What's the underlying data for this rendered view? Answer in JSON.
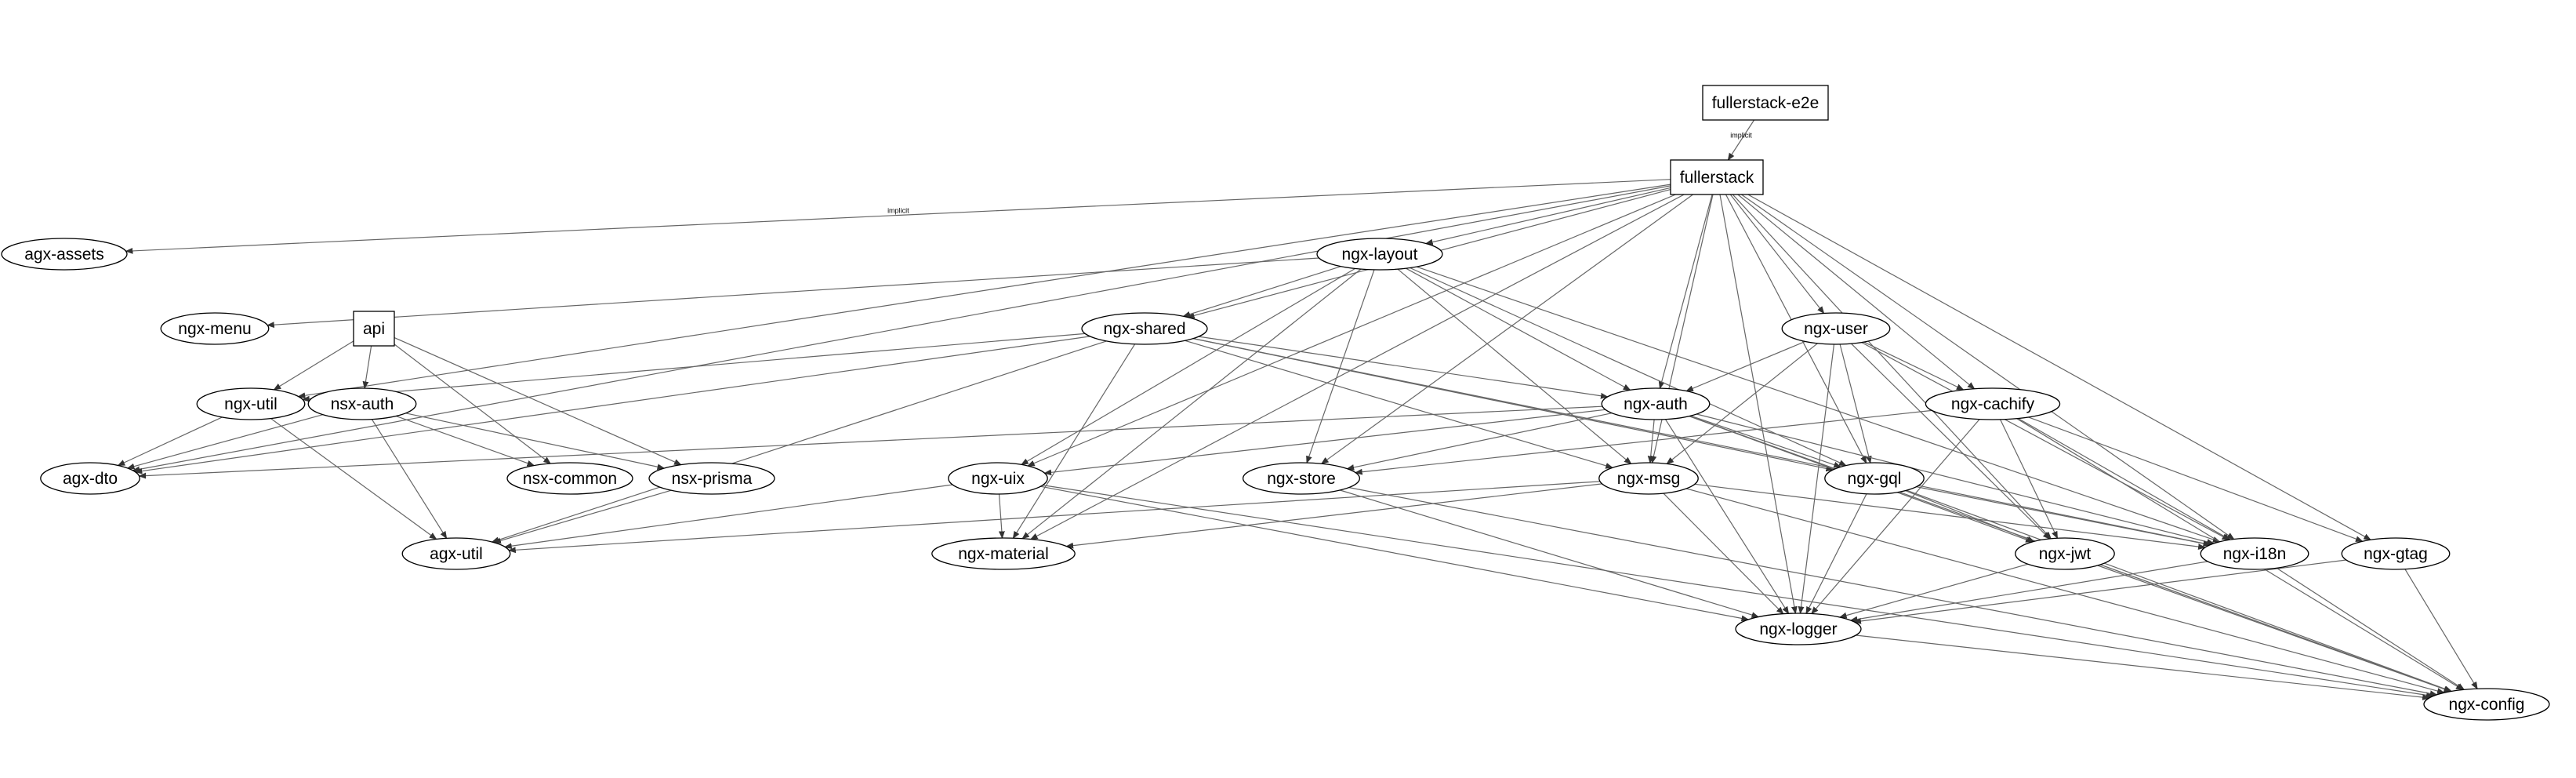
{
  "graph": {
    "nodes": [
      {
        "id": "fullerstack-e2e",
        "label": "fullerstack-e2e",
        "shape": "box"
      },
      {
        "id": "fullerstack",
        "label": "fullerstack",
        "shape": "box"
      },
      {
        "id": "api",
        "label": "api",
        "shape": "box"
      },
      {
        "id": "agx-assets",
        "label": "agx-assets",
        "shape": "ellipse"
      },
      {
        "id": "ngx-layout",
        "label": "ngx-layout",
        "shape": "ellipse"
      },
      {
        "id": "ngx-menu",
        "label": "ngx-menu",
        "shape": "ellipse"
      },
      {
        "id": "ngx-shared",
        "label": "ngx-shared",
        "shape": "ellipse"
      },
      {
        "id": "ngx-user",
        "label": "ngx-user",
        "shape": "ellipse"
      },
      {
        "id": "ngx-util",
        "label": "ngx-util",
        "shape": "ellipse"
      },
      {
        "id": "nsx-auth",
        "label": "nsx-auth",
        "shape": "ellipse"
      },
      {
        "id": "ngx-auth",
        "label": "ngx-auth",
        "shape": "ellipse"
      },
      {
        "id": "ngx-cachify",
        "label": "ngx-cachify",
        "shape": "ellipse"
      },
      {
        "id": "agx-dto",
        "label": "agx-dto",
        "shape": "ellipse"
      },
      {
        "id": "nsx-common",
        "label": "nsx-common",
        "shape": "ellipse"
      },
      {
        "id": "nsx-prisma",
        "label": "nsx-prisma",
        "shape": "ellipse"
      },
      {
        "id": "ngx-uix",
        "label": "ngx-uix",
        "shape": "ellipse"
      },
      {
        "id": "ngx-store",
        "label": "ngx-store",
        "shape": "ellipse"
      },
      {
        "id": "ngx-msg",
        "label": "ngx-msg",
        "shape": "ellipse"
      },
      {
        "id": "ngx-gql",
        "label": "ngx-gql",
        "shape": "ellipse"
      },
      {
        "id": "agx-util",
        "label": "agx-util",
        "shape": "ellipse"
      },
      {
        "id": "ngx-material",
        "label": "ngx-material",
        "shape": "ellipse"
      },
      {
        "id": "ngx-jwt",
        "label": "ngx-jwt",
        "shape": "ellipse"
      },
      {
        "id": "ngx-i18n",
        "label": "ngx-i18n",
        "shape": "ellipse"
      },
      {
        "id": "ngx-gtag",
        "label": "ngx-gtag",
        "shape": "ellipse"
      },
      {
        "id": "ngx-logger",
        "label": "ngx-logger",
        "shape": "ellipse"
      },
      {
        "id": "ngx-config",
        "label": "ngx-config",
        "shape": "ellipse"
      }
    ],
    "edges": [
      {
        "from": "fullerstack-e2e",
        "to": "fullerstack",
        "label": "implicit"
      },
      {
        "from": "fullerstack",
        "to": "agx-assets",
        "label": "implicit"
      },
      {
        "from": "fullerstack",
        "to": "ngx-layout"
      },
      {
        "from": "fullerstack",
        "to": "ngx-shared"
      },
      {
        "from": "fullerstack",
        "to": "ngx-user"
      },
      {
        "from": "fullerstack",
        "to": "ngx-auth"
      },
      {
        "from": "fullerstack",
        "to": "ngx-cachify"
      },
      {
        "from": "fullerstack",
        "to": "ngx-util"
      },
      {
        "from": "fullerstack",
        "to": "agx-dto"
      },
      {
        "from": "fullerstack",
        "to": "ngx-uix"
      },
      {
        "from": "fullerstack",
        "to": "ngx-store"
      },
      {
        "from": "fullerstack",
        "to": "ngx-msg"
      },
      {
        "from": "fullerstack",
        "to": "ngx-gql"
      },
      {
        "from": "fullerstack",
        "to": "ngx-material"
      },
      {
        "from": "fullerstack",
        "to": "ngx-jwt"
      },
      {
        "from": "fullerstack",
        "to": "ngx-i18n"
      },
      {
        "from": "fullerstack",
        "to": "ngx-gtag"
      },
      {
        "from": "fullerstack",
        "to": "ngx-logger"
      },
      {
        "from": "ngx-layout",
        "to": "ngx-menu"
      },
      {
        "from": "ngx-layout",
        "to": "ngx-shared"
      },
      {
        "from": "ngx-layout",
        "to": "ngx-auth"
      },
      {
        "from": "ngx-layout",
        "to": "ngx-uix"
      },
      {
        "from": "ngx-layout",
        "to": "ngx-store"
      },
      {
        "from": "ngx-layout",
        "to": "ngx-msg"
      },
      {
        "from": "ngx-layout",
        "to": "ngx-material"
      },
      {
        "from": "ngx-layout",
        "to": "ngx-i18n"
      },
      {
        "from": "ngx-layout",
        "to": "ngx-gql"
      },
      {
        "from": "api",
        "to": "ngx-util"
      },
      {
        "from": "api",
        "to": "nsx-auth"
      },
      {
        "from": "api",
        "to": "nsx-common"
      },
      {
        "from": "api",
        "to": "nsx-prisma"
      },
      {
        "from": "ngx-shared",
        "to": "ngx-util"
      },
      {
        "from": "ngx-shared",
        "to": "agx-dto"
      },
      {
        "from": "ngx-shared",
        "to": "ngx-auth"
      },
      {
        "from": "ngx-shared",
        "to": "ngx-gql"
      },
      {
        "from": "ngx-shared",
        "to": "ngx-msg"
      },
      {
        "from": "ngx-shared",
        "to": "ngx-material"
      },
      {
        "from": "ngx-shared",
        "to": "agx-util"
      },
      {
        "from": "ngx-shared",
        "to": "ngx-i18n"
      },
      {
        "from": "ngx-user",
        "to": "ngx-auth"
      },
      {
        "from": "ngx-user",
        "to": "ngx-cachify"
      },
      {
        "from": "ngx-user",
        "to": "ngx-msg"
      },
      {
        "from": "ngx-user",
        "to": "ngx-gql"
      },
      {
        "from": "ngx-user",
        "to": "ngx-logger"
      },
      {
        "from": "ngx-user",
        "to": "ngx-jwt"
      },
      {
        "from": "ngx-user",
        "to": "ngx-i18n"
      },
      {
        "from": "ngx-util",
        "to": "agx-dto"
      },
      {
        "from": "ngx-util",
        "to": "agx-util"
      },
      {
        "from": "nsx-auth",
        "to": "agx-dto"
      },
      {
        "from": "nsx-auth",
        "to": "nsx-common"
      },
      {
        "from": "nsx-auth",
        "to": "nsx-prisma"
      },
      {
        "from": "nsx-auth",
        "to": "agx-util"
      },
      {
        "from": "nsx-prisma",
        "to": "agx-util"
      },
      {
        "from": "ngx-auth",
        "to": "agx-dto"
      },
      {
        "from": "ngx-auth",
        "to": "ngx-uix"
      },
      {
        "from": "ngx-auth",
        "to": "ngx-store"
      },
      {
        "from": "ngx-auth",
        "to": "ngx-msg"
      },
      {
        "from": "ngx-auth",
        "to": "ngx-gql"
      },
      {
        "from": "ngx-auth",
        "to": "ngx-jwt"
      },
      {
        "from": "ngx-auth",
        "to": "ngx-logger"
      },
      {
        "from": "ngx-auth",
        "to": "ngx-i18n"
      },
      {
        "from": "ngx-auth",
        "to": "ngx-config"
      },
      {
        "from": "ngx-cachify",
        "to": "ngx-store"
      },
      {
        "from": "ngx-cachify",
        "to": "ngx-logger"
      },
      {
        "from": "ngx-cachify",
        "to": "ngx-jwt"
      },
      {
        "from": "ngx-cachify",
        "to": "ngx-i18n"
      },
      {
        "from": "ngx-cachify",
        "to": "ngx-gtag"
      },
      {
        "from": "ngx-cachify",
        "to": "ngx-config"
      },
      {
        "from": "ngx-uix",
        "to": "agx-util"
      },
      {
        "from": "ngx-uix",
        "to": "ngx-material"
      },
      {
        "from": "ngx-uix",
        "to": "ngx-logger"
      },
      {
        "from": "ngx-uix",
        "to": "ngx-config"
      },
      {
        "from": "ngx-store",
        "to": "ngx-logger"
      },
      {
        "from": "ngx-store",
        "to": "ngx-config"
      },
      {
        "from": "ngx-msg",
        "to": "ngx-material"
      },
      {
        "from": "ngx-msg",
        "to": "agx-util"
      },
      {
        "from": "ngx-msg",
        "to": "ngx-logger"
      },
      {
        "from": "ngx-msg",
        "to": "ngx-i18n"
      },
      {
        "from": "ngx-msg",
        "to": "ngx-config"
      },
      {
        "from": "ngx-gql",
        "to": "ngx-logger"
      },
      {
        "from": "ngx-gql",
        "to": "ngx-jwt"
      },
      {
        "from": "ngx-gql",
        "to": "ngx-i18n"
      },
      {
        "from": "ngx-gql",
        "to": "ngx-config"
      },
      {
        "from": "ngx-jwt",
        "to": "ngx-logger"
      },
      {
        "from": "ngx-jwt",
        "to": "ngx-config"
      },
      {
        "from": "ngx-i18n",
        "to": "ngx-logger"
      },
      {
        "from": "ngx-i18n",
        "to": "ngx-config"
      },
      {
        "from": "ngx-gtag",
        "to": "ngx-logger"
      },
      {
        "from": "ngx-gtag",
        "to": "ngx-config"
      },
      {
        "from": "ngx-logger",
        "to": "ngx-config"
      }
    ]
  }
}
